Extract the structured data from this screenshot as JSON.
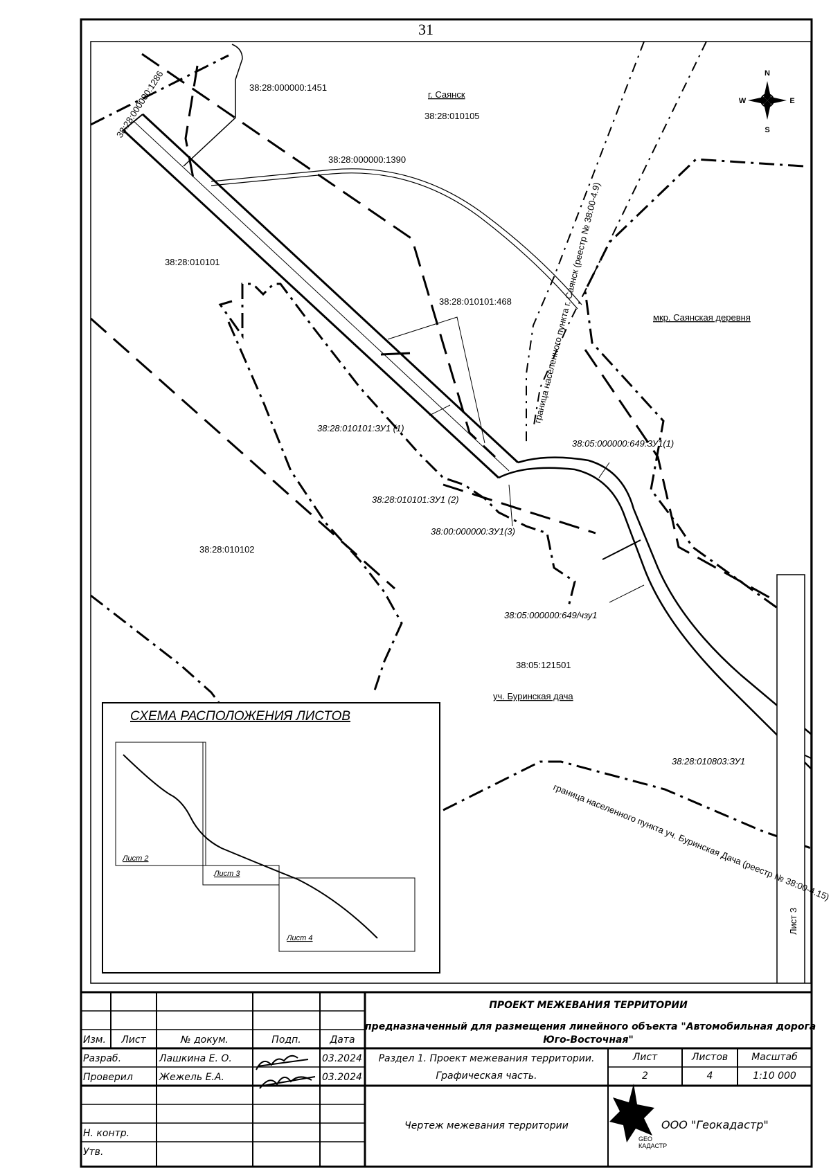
{
  "page_number": "31",
  "compass": {
    "n": "N",
    "s": "S",
    "e": "E",
    "w": "W"
  },
  "map_labels": {
    "parcel_1451": "38:28:000000:1451",
    "parcel_1286": "38:28:000000:1286",
    "city_sayansk": "г. Саянск",
    "block_010105": "38:28:010105",
    "parcel_1390": "38:28:000000:1390",
    "block_010101": "38:28:010101",
    "parcel_468": "38:28:010101:468",
    "boundary_sayansk": "граница населенного пункта г. Саянск (реестр № 38:00-4.9)",
    "mkr_sayanskaya": "мкр. Саянская деревня",
    "zu1_1": "38:28:010101:ЗУ1 (1)",
    "zu649_1": "38:05:000000:649:ЗУ1(1)",
    "zu1_2": "38:28:010101:ЗУ1 (2)",
    "zu1_3": "38:00:000000:ЗУ1(3)",
    "block_010102": "38:28:010102",
    "chzu1": "38:05:000000:649/чзу1",
    "block_121501": "38:05:121501",
    "buriniskaya": "уч. Буринская дача",
    "zu_010803": "38:28:010803:ЗУ1",
    "boundary_burinskaya": "граница населенного пункта уч. Буринская Дача (реестр № 38:00-4.15)",
    "sheet_side": "Лист 3"
  },
  "inset": {
    "title": "СХЕМА РАСПОЛОЖЕНИЯ ЛИСТОВ",
    "sheets": [
      "Лист 2",
      "Лист 3",
      "Лист 4"
    ]
  },
  "title_block": {
    "project_title": "ПРОЕКТ МЕЖЕВАНИЯ ТЕРРИТОРИИ",
    "purpose_line1": "предназначенный для размещения линейного объекта \"Автомобильная дорога",
    "purpose_line2": "Юго-Восточная\"",
    "headers": {
      "izm": "Изм.",
      "list": "Лист",
      "doc": "№ докум.",
      "podp": "Подп.",
      "date": "Дата"
    },
    "rows": [
      {
        "role": "Разраб.",
        "name": "Лашкина Е. О.",
        "date": "03.2024"
      },
      {
        "role": "Проверил",
        "name": "Жежель Е.А.",
        "date": "03.2024"
      },
      {
        "role": "",
        "name": "",
        "date": ""
      },
      {
        "role": "Н. контр.",
        "name": "",
        "date": ""
      },
      {
        "role": "Утв.",
        "name": "",
        "date": ""
      }
    ],
    "section_line1": "Раздел 1. Проект межевания территории.",
    "section_line2": "Графическая часть.",
    "sheet_label": "Лист",
    "sheets_label": "Листов",
    "scale_label": "Масштаб",
    "sheet_value": "2",
    "sheets_value": "4",
    "scale_value": "1:10 000",
    "drawing_name": "Чертеж межевания территории",
    "company": "ООО \"Геокадастр\"",
    "logo_text_1": "GEO",
    "logo_text_2": "КАДАСТР"
  }
}
